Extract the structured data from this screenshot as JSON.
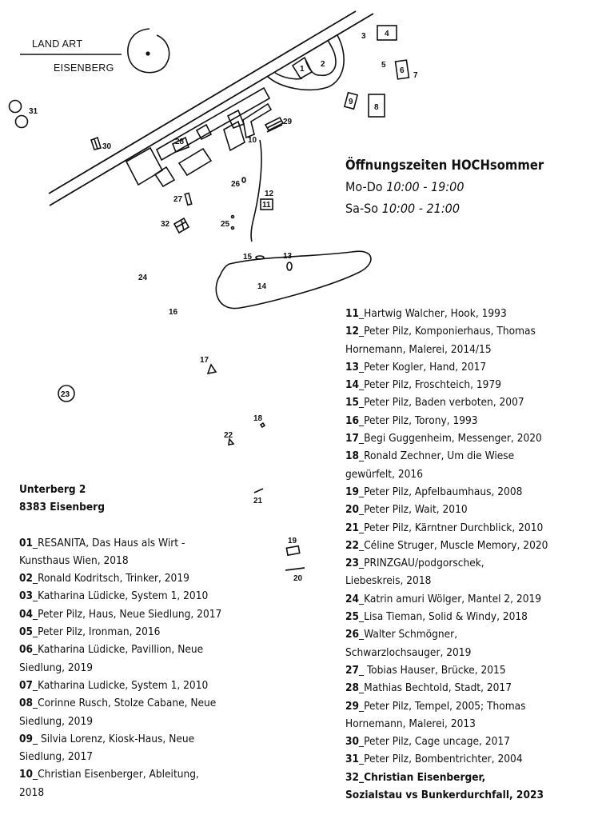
{
  "logo": {
    "line1": "LAND ART",
    "line2": "EISENBERG"
  },
  "hours": {
    "title": "Öffnungszeiten HOCHsommer",
    "rows": [
      {
        "days": "Mo-Do",
        "time": "10:00 - 19:00"
      },
      {
        "days": "Sa-So",
        "time": "10:00 - 21:00"
      }
    ]
  },
  "address": {
    "line1": "Unterberg 2",
    "line2": "8383 Eisenberg"
  },
  "map_labels": {
    "m1": "1",
    "m2": "2",
    "m3": "3",
    "m4": "4",
    "m5": "5",
    "m6": "6",
    "m7": "7",
    "m8": "8",
    "m9": "9",
    "m10": "10",
    "m11": "11",
    "m12": "12",
    "m13": "13",
    "m14": "14",
    "m15": "15",
    "m16": "16",
    "m17": "17",
    "m18": "18",
    "m19": "19",
    "m20": "20",
    "m21": "21",
    "m22": "22",
    "m23": "23",
    "m24": "24",
    "m25": "25",
    "m26": "26",
    "m27": "27",
    "m28": "28",
    "m29": "29",
    "m30": "30",
    "m31": "31",
    "m32": "32"
  },
  "legend_left": [
    {
      "num": "01",
      "text": "_RESANITA, Das Haus als Wirt -",
      "cont": "Kunsthaus Wien, 2018"
    },
    {
      "num": "02",
      "text": "_Ronald Kodritsch, Trinker, 2019"
    },
    {
      "num": "03",
      "text": "_Katharina Lüdicke, System 1, 2010"
    },
    {
      "num": "04",
      "text": "_Peter Pilz, Haus, Neue Siedlung, 2017"
    },
    {
      "num": "05",
      "text": "_Peter Pilz, Ironman, 2016"
    },
    {
      "num": "06",
      "text": "_Katharina Lüdicke, Pavillion, Neue",
      "cont": "Siedlung, 2019"
    },
    {
      "num": "07",
      "text": "_Katharina Ludicke, System 1, 2010"
    },
    {
      "num": "08",
      "text": "_Corinne Rusch, Stolze Cabane, Neue",
      "cont": "Siedlung, 2019"
    },
    {
      "num": "09",
      "text": "_ Silvia Lorenz, Kiosk-Haus, Neue",
      "cont": "Siedlung, 2017"
    },
    {
      "num": "10",
      "text": "_Christian Eisenberger, Ableitung,",
      "cont": "2018"
    }
  ],
  "legend_right": [
    {
      "num": "11",
      "text": "_Hartwig Walcher, Hook, 1993"
    },
    {
      "num": "12",
      "text": "_Peter Pilz, Komponierhaus, Thomas",
      "cont": "Hornemann, Malerei, 2014/15"
    },
    {
      "num": "13",
      "text": "_Peter Kogler, Hand, 2017"
    },
    {
      "num": "14",
      "text": "_Peter Pilz, Froschteich, 1979"
    },
    {
      "num": "15",
      "text": "_Peter Pilz, Baden verboten, 2007"
    },
    {
      "num": "16",
      "text": "_Peter Pilz, Torony, 1993"
    },
    {
      "num": "17",
      "text": "_Begi Guggenheim, Messenger, 2020"
    },
    {
      "num": "18",
      "text": "_Ronald Zechner, Um die Wiese",
      "cont": "gewürfelt, 2016"
    },
    {
      "num": "19",
      "text": "_Peter Pilz, Apfelbaumhaus, 2008"
    },
    {
      "num": "20",
      "text": "_Peter Pilz, Wait, 2010"
    },
    {
      "num": "21",
      "text": "_Peter Pilz, Kärntner Durchblick, 2010"
    },
    {
      "num": "22",
      "text": "_Céline Struger, Muscle Memory, 2020"
    },
    {
      "num": "23",
      "text": "_PRINZGAU/podgorschek,",
      "cont": "Liebeskreis, 2018"
    },
    {
      "num": "24",
      "text": "_Katrin amuri Wölger, Mantel 2, 2019"
    },
    {
      "num": "25",
      "text": "_Lisa Tieman, Solid & Windy, 2018"
    },
    {
      "num": "26",
      "text": "_Walter Schmögner,",
      "cont": "Schwarzlochsauger, 2019"
    },
    {
      "num": "27",
      "text": "_ Tobias Hauser, Brücke, 2015"
    },
    {
      "num": "28",
      "text": "_Mathias Bechtold, Stadt, 2017"
    },
    {
      "num": "29",
      "text": "_Peter Pilz, Tempel, 2005; Thomas",
      "cont": "Hornemann, Malerei, 2013"
    },
    {
      "num": "30",
      "text": "_Peter Pilz, Cage uncage, 2017"
    },
    {
      "num": "31",
      "text": "_Peter Pilz, Bombentrichter, 2004"
    },
    {
      "num": "32",
      "text": "_Christian Eisenberger,",
      "cont": "Sozialstau vs Bunkerdurchfall, 2023",
      "bold": true
    }
  ]
}
